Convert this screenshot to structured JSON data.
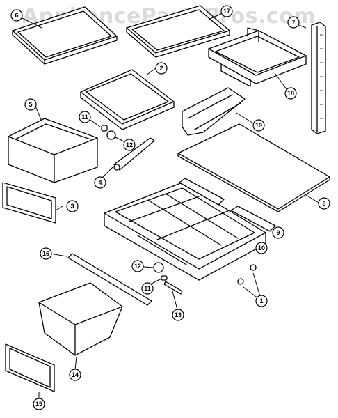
{
  "watermark": "AppliancePartsPros.com",
  "callouts": [
    "1",
    "2",
    "3",
    "4",
    "5",
    "6",
    "7",
    "8",
    "9",
    "10",
    "11",
    "12",
    "13",
    "14",
    "15",
    "16",
    "17",
    "18",
    "19",
    "11",
    "12"
  ]
}
